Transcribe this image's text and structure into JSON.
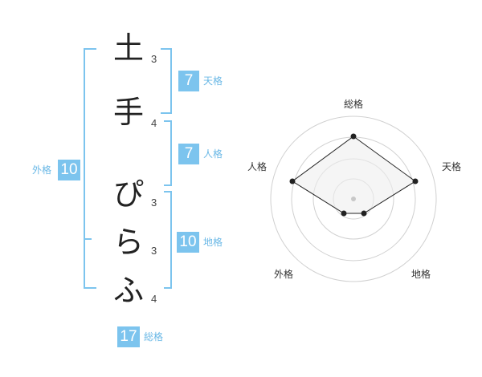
{
  "name_chars": [
    {
      "char": "土",
      "strokes": "3"
    },
    {
      "char": "手",
      "strokes": "4"
    },
    {
      "char": "ぴ",
      "strokes": "3"
    },
    {
      "char": "ら",
      "strokes": "3"
    },
    {
      "char": "ふ",
      "strokes": "4"
    }
  ],
  "fortunes": {
    "tenkaku": {
      "value": "7",
      "label": "天格"
    },
    "jinkaku": {
      "value": "7",
      "label": "人格"
    },
    "chikaku": {
      "value": "10",
      "label": "地格"
    },
    "gaikaku": {
      "value": "10",
      "label": "外格"
    },
    "soukaku": {
      "value": "17",
      "label": "総格"
    }
  },
  "radar": {
    "axes": [
      "総格",
      "天格",
      "地格",
      "外格",
      "人格"
    ],
    "levels": 4,
    "colors": {
      "fill": "#efefef",
      "ring": "#d0d0d0",
      "line": "#222222",
      "center": "#c8c8c8"
    }
  },
  "accent_color": "#7cc4ee"
}
